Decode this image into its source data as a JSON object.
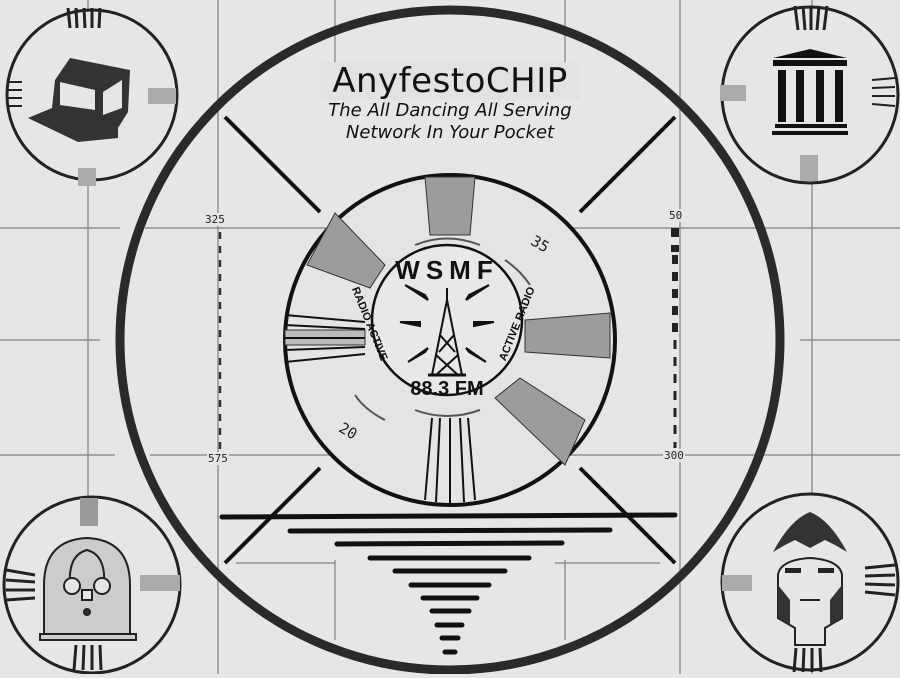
{
  "title": {
    "main": "AnyfestoCHIP",
    "subtitle_line1": "The All Dancing All Serving",
    "subtitle_line2": "Network In Your Pocket"
  },
  "center_logo": {
    "callsign": "WSMF",
    "frequency": "88.3 FM",
    "left_arc_text": "RADIO ACTIVE",
    "right_arc_text": "ACTIVE RADIO",
    "icon": "radio-tower-icon"
  },
  "resolution_markers": {
    "top_left": "325",
    "bottom_left": "575",
    "top_right": "50",
    "bottom_right": "300",
    "inner_upper_right": "35",
    "inner_lower_left": "20"
  },
  "corner_icons": {
    "top_left": "microchip-icon",
    "top_right": "classical-building-icon",
    "bottom_left": "cathedral-radio-icon",
    "bottom_right": "helmeted-face-icon"
  },
  "colors": {
    "background": "#e6e6e6",
    "ink": "#111111",
    "wedge_gray": "#9a9a9a",
    "grid_line": "#555555"
  }
}
